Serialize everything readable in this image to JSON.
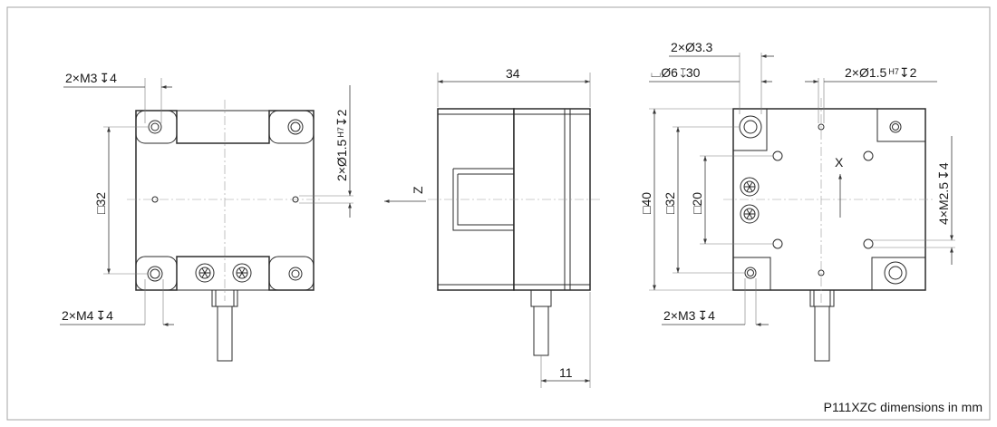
{
  "caption": "P111XZC dimensions in mm",
  "left_view": {
    "thread_top": "2×M3",
    "thread_top_depth": "4",
    "thread_bottom": "2×M4",
    "thread_bottom_depth": "4",
    "square_size": "32",
    "pin_holes": "2×Ø1.5",
    "pin_fit": "H7",
    "pin_depth": "2"
  },
  "middle_view": {
    "width": "34",
    "cable_offset": "11",
    "axis": "Z"
  },
  "right_view": {
    "bore": "2×Ø3.3",
    "counterbore": "Ø6",
    "counterbore_depth": "30",
    "pin_holes": "2×Ø1.5",
    "pin_fit": "H7",
    "pin_depth": "2",
    "outer_square": "40",
    "inner_square": "32",
    "small_square": "20",
    "thread_side": "4×M2.5",
    "thread_side_depth": "4",
    "thread_bottom": "2×M3",
    "thread_bottom_depth": "4",
    "axis": "X"
  },
  "symbols": {
    "square": "□",
    "depth": "↧",
    "counterbore": "⌴"
  }
}
